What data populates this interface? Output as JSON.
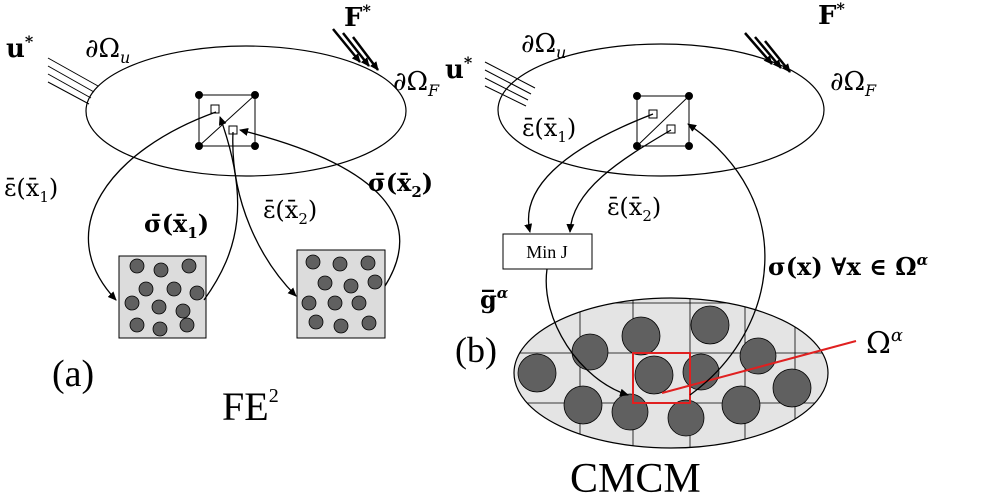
{
  "panel_a": {
    "boundary_u": "∂Ω",
    "boundary_u_sub": "u",
    "boundary_F": "∂Ω",
    "boundary_F_sub": "F",
    "disp_label": "u",
    "disp_sup": "*",
    "force_label": "F",
    "force_sup": "*",
    "eps_x1": "ε̄(x̄",
    "eps_x1_sub": "1",
    "eps_x1_close": ")",
    "sig_x1": "σ̄(x̄",
    "sig_x1_sub": "1",
    "sig_x1_close": ")",
    "eps_x2": "ε̄(x̄",
    "eps_x2_sub": "2",
    "eps_x2_close": ")",
    "sig_x2": "σ̄(x̄",
    "sig_x2_sub": "2",
    "sig_x2_close": ")",
    "tag": "(a)",
    "method": "FE",
    "method_sup": "2"
  },
  "panel_b": {
    "boundary_u": "∂Ω",
    "boundary_u_sub": "u",
    "boundary_F": "∂Ω",
    "boundary_F_sub": "F",
    "disp_label": "u",
    "disp_sup": "*",
    "force_label": "F",
    "force_sup": "*",
    "eps_x1": "ε̄(x̄",
    "eps_x1_sub": "1",
    "eps_x1_close": ")",
    "eps_x2": "ε̄(x̄",
    "eps_x2_sub": "2",
    "eps_x2_close": ")",
    "minj_box": "Min J",
    "g_label": "g̅",
    "g_sup": "α",
    "sigma_field": "σ(x)  ∀x ∈ Ω",
    "sigma_field_sup": "α",
    "omega_alpha": "Ω",
    "omega_alpha_sup": "α",
    "tag": "(b)",
    "method": "CMCM"
  },
  "colors": {
    "ink": "#000000",
    "cell_fill": "#dcdcdc",
    "particle": "#606060",
    "subdomain": "#e02020"
  }
}
